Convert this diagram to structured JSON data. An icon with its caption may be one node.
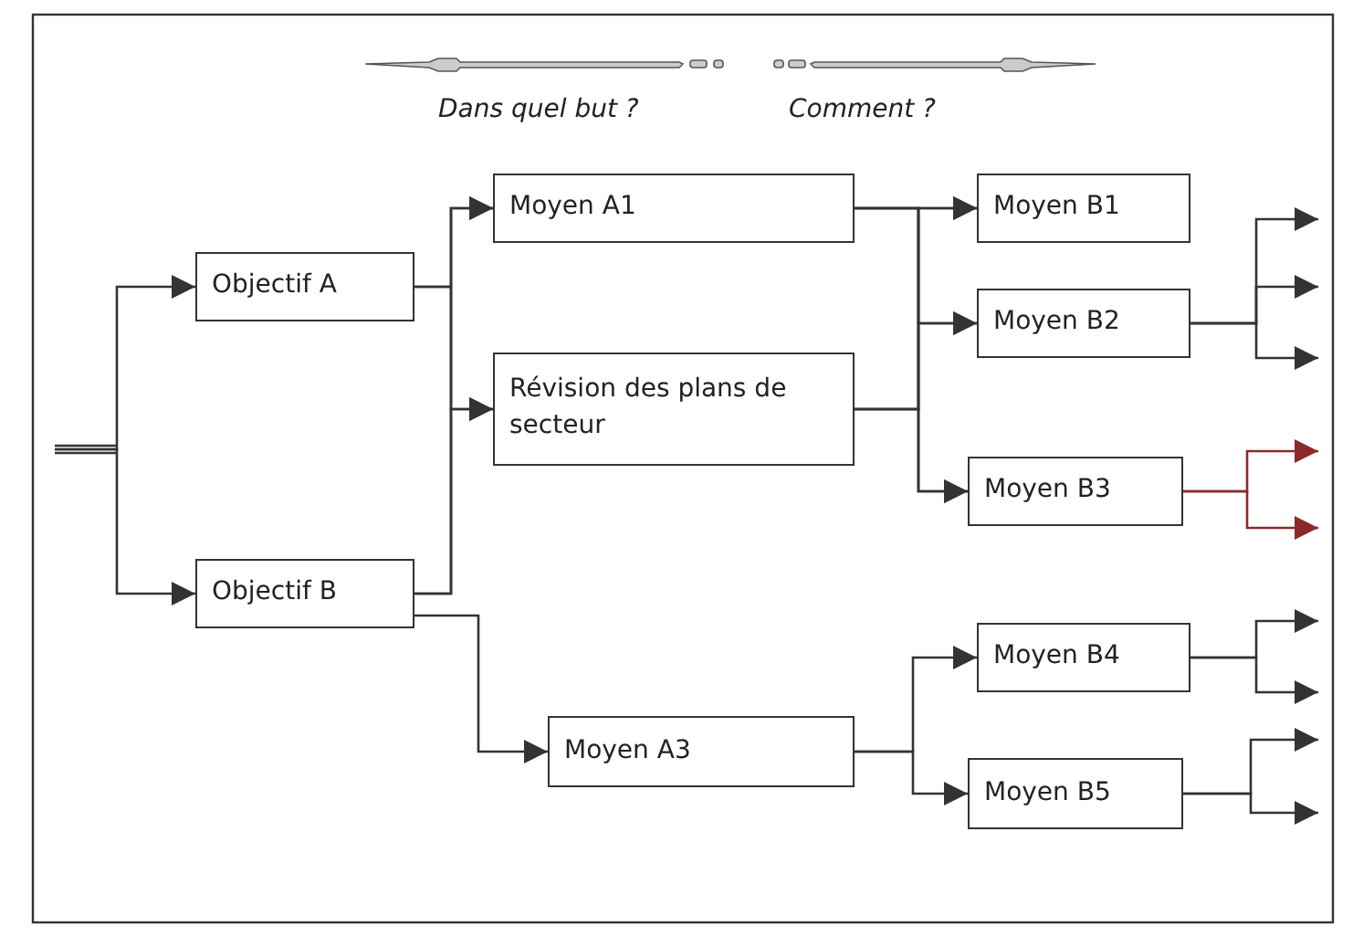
{
  "diagram": {
    "nodes": [
      {
        "text": [
          "Objectif A"
        ]
      },
      {
        "text": [
          "Objectif B"
        ]
      },
      {
        "text": [
          "Moyen A1"
        ]
      },
      {
        "text": [
          "Révision des plans de secteur"
        ]
      },
      {
        "text": [
          "Moyen A3"
        ]
      },
      {
        "text": [
          "Moyen B1"
        ]
      },
      {
        "text": [
          "Moyen B2"
        ]
      },
      {
        "text": [
          "Moyen B3"
        ]
      },
      {
        "text": [
          "Moyen B4"
        ]
      },
      {
        "text": [
          "Moyen B5"
        ]
      }
    ],
    "edges": [
      {
        "from": null,
        "to": 0,
        "arrow": "to"
      },
      {
        "from": null,
        "to": 1,
        "arrow": "to"
      },
      {
        "from": 0,
        "to": 2,
        "arrow": "to"
      },
      {
        "from": 0,
        "to": 3,
        "arrow": "to"
      },
      {
        "from": 1,
        "to": 2,
        "arrow": "to"
      },
      {
        "from": 1,
        "to": 3,
        "arrow": "to"
      },
      {
        "from": 1,
        "to": 4,
        "arrow": "to"
      },
      {
        "from": 2,
        "to": 5,
        "arrow": "to"
      },
      {
        "from": 2,
        "to": 6,
        "arrow": "to"
      },
      {
        "from": 2,
        "to": 7,
        "arrow": "to"
      },
      {
        "from": 3,
        "to": 5,
        "arrow": "to"
      },
      {
        "from": 3,
        "to": 6,
        "arrow": "to"
      },
      {
        "from": 3,
        "to": 7,
        "arrow": "to"
      },
      {
        "from": 4,
        "to": 8,
        "arrow": "to"
      },
      {
        "from": 4,
        "to": 9,
        "arrow": "to"
      },
      {
        "from": 6,
        "to": null,
        "arrow": "to"
      },
      {
        "from": 6,
        "to": null,
        "arrow": "to"
      },
      {
        "from": 6,
        "to": null,
        "arrow": "to"
      },
      {
        "from": 7,
        "to": null,
        "arrow": "to",
        "color": "#8b2a2a"
      },
      {
        "from": 7,
        "to": null,
        "arrow": "to",
        "color": "#8b2a2a"
      },
      {
        "from": 8,
        "to": null,
        "arrow": "to"
      },
      {
        "from": 8,
        "to": null,
        "arrow": "to"
      },
      {
        "from": 9,
        "to": null,
        "arrow": "to"
      },
      {
        "from": 9,
        "to": null,
        "arrow": "to"
      }
    ],
    "labels": [
      "Dans quel but ?",
      "Comment ?"
    ]
  }
}
